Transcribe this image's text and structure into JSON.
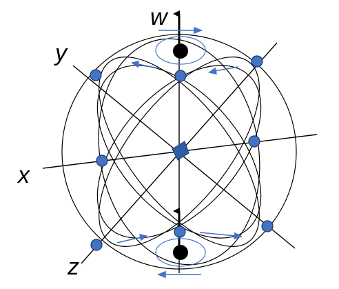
{
  "diagram": {
    "axis_labels": {
      "w": "w",
      "y": "y",
      "x": "x",
      "z": "z"
    },
    "colors": {
      "line": "#000000",
      "node_fill": "#4472C4",
      "node_stroke": "#1F3864",
      "arrow": "#4472C4",
      "center": "#2E5DA8",
      "pole": "#000000",
      "orbit": "#4472C4"
    }
  }
}
